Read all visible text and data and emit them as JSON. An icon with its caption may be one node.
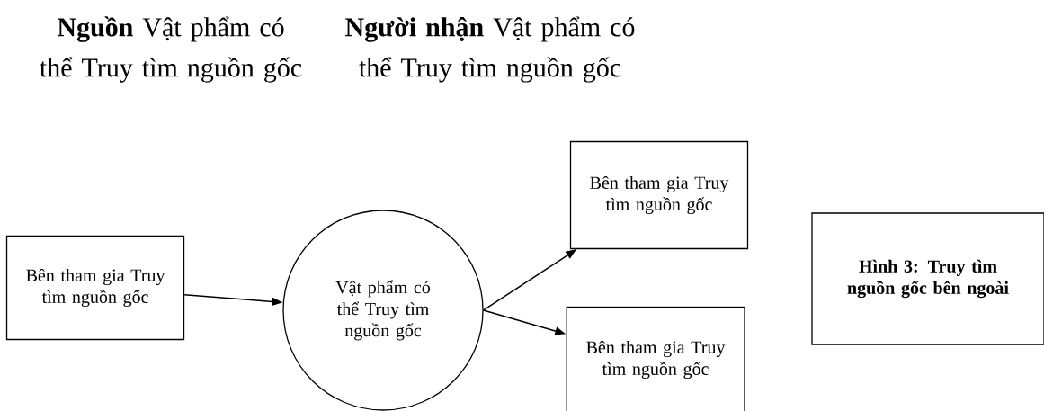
{
  "diagram": {
    "nodes": [
      {
        "text": [
          "Bên tham gia Truy tìm nguồn gốc"
        ]
      },
      {
        "text": [
          "Vật phẩm có thể Truy tìm nguồn gốc"
        ]
      },
      {
        "text": [
          "Bên tham gia Truy tìm nguồn gốc"
        ]
      },
      {
        "text": [
          "Bên tham gia Truy tìm nguồn gốc"
        ]
      },
      {
        "text": [
          "Hình 3: Truy tìm nguồn gốc bên ngoài"
        ]
      }
    ],
    "edges": [
      {
        "from": 0,
        "to": 1,
        "arrow": "to"
      },
      {
        "from": 1,
        "to": 2,
        "arrow": "to"
      },
      {
        "from": 1,
        "to": 3,
        "arrow": "to"
      }
    ],
    "labels": [
      "**Nguồn** Vật phẩm có thể Truy tìm nguồn gốc",
      "**Người nhận** Vật phẩm có thể Truy tìm nguồn gốc"
    ]
  }
}
